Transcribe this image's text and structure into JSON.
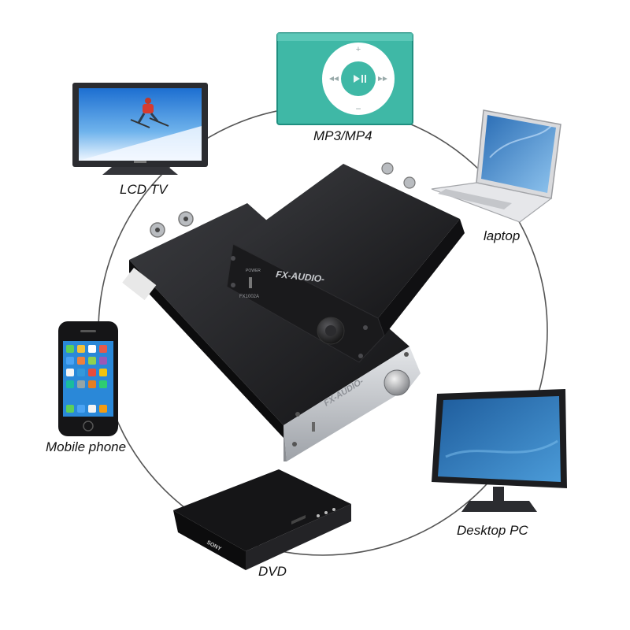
{
  "devices": {
    "mp3": {
      "label": "MP3/MP4"
    },
    "tv": {
      "label": "LCD TV"
    },
    "laptop": {
      "label": "laptop"
    },
    "phone": {
      "label": "Mobile phone"
    },
    "pc": {
      "label": "Desktop PC"
    },
    "dvd": {
      "label": "DVD"
    }
  },
  "amplifier": {
    "brand_front": "FX-AUDIO-",
    "brand_rear": "FX-AUDIO-",
    "model": "FX1002A",
    "power_label": "POWER"
  },
  "dvd_brand": "SONY",
  "colors": {
    "ring": "#555555",
    "player_teal": "#3fb8a6",
    "screen_blue": "#2f7ec8",
    "amp_black": "#1c1c1e",
    "amp_silver": "#c9ccd0"
  }
}
